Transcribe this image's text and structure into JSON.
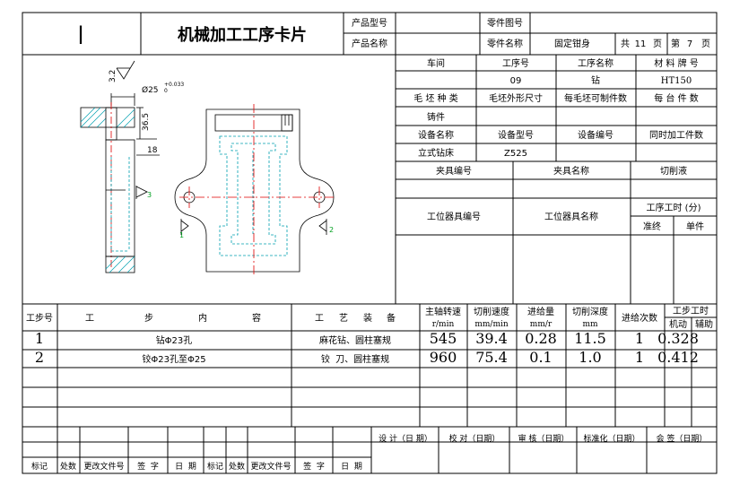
{
  "header": {
    "mark": "|",
    "title": "机械加工工序卡片",
    "product_model_label": "产品型号",
    "product_model_value": "",
    "part_drawing_label": "零件图号",
    "part_drawing_value": "",
    "product_name_label": "产品名称",
    "product_name_value": "",
    "part_name_label": "零件名称",
    "part_name_value": "固定钳身",
    "total_label": "共",
    "total_value": "11",
    "page_unit_1": "页",
    "page_label": "第",
    "page_value": "7",
    "page_unit_2": "页"
  },
  "info": {
    "workshop_label": "车间",
    "workshop_value": "",
    "process_no_label": "工序号",
    "process_no_value": "09",
    "process_name_label": "工序名称",
    "process_name_value": "钻",
    "material_label": "材 料 牌 号",
    "material_value": "HT150",
    "blank_type_label": "毛 坯 种 类",
    "blank_type_value": "铸件",
    "blank_size_label": "毛坯外形尺寸",
    "blank_size_value": "",
    "pieces_per_blank_label": "每毛坯可制件数",
    "pieces_per_blank_value": "",
    "pieces_per_unit_label": "每 台 件 数",
    "pieces_per_unit_value": "",
    "equipment_name_label": "设备名称",
    "equipment_name_value": "立式钻床",
    "equipment_model_label": "设备型号",
    "equipment_model_value": "Z525",
    "equipment_no_label": "设备编号",
    "equipment_no_value": "",
    "simultaneous_label": "同时加工件数",
    "simultaneous_value": "",
    "fixture_no_label": "夹具编号",
    "fixture_name_label": "夹具名称",
    "coolant_label": "切削液",
    "station_tool_no_label": "工位器具编号",
    "station_tool_name_label": "工位器具名称",
    "process_time_label": "工序工时 (分)",
    "prep_label": "准终",
    "unit_label": "单件"
  },
  "drawing": {
    "dim_roughness": "3.2",
    "dim_bore": "Ø25",
    "dim_bore_tol": "+0.033",
    "dim_bore_tol_low": "0",
    "dim_height": "36.5",
    "dim_depth": "18",
    "datum_3": "3",
    "datum_1": "1",
    "datum_2": "2"
  },
  "steps_header": {
    "step_no": "工步号",
    "content_chars": [
      "工",
      "步",
      "内",
      "容"
    ],
    "equipment_chars": [
      "工",
      "艺",
      "装",
      "备"
    ],
    "spindle_speed": "主轴转速",
    "spindle_speed_unit": "r/min",
    "cutting_speed": "切削速度",
    "cutting_speed_unit": "mm/min",
    "feed": "进给量",
    "feed_unit": "mm/r",
    "cut_depth": "切削深度",
    "cut_depth_unit": "mm",
    "passes": "进给次数",
    "step_time": "工步工时",
    "machine_time": "机动",
    "aux_time": "辅助"
  },
  "steps": [
    {
      "no": "1",
      "content": "钻Φ23孔",
      "equipment": "麻花钻、圆柱塞规",
      "speed": "545",
      "vc": "39.4",
      "feed": "0.28",
      "depth": "11.5",
      "passes": "1",
      "machine": "0.328",
      "aux": ""
    },
    {
      "no": "2",
      "content": "铰Φ23孔至Φ25",
      "equipment": "铰  刀、圆柱塞规",
      "speed": "960",
      "vc": "75.4",
      "feed": "0.1",
      "depth": "1.0",
      "passes": "1",
      "machine": "0.412",
      "aux": ""
    }
  ],
  "signoff": {
    "design": "设 计（日 期）",
    "proofread": "校 对（日期）",
    "review": "审 核（日期）",
    "standard": "标准化（日期）",
    "countersign": "会 签（日期）"
  },
  "revision_labels": [
    "标记",
    "处数",
    "更改文件号",
    "签  字",
    "日  期",
    "标记",
    "处数",
    "更改文件号",
    "签  字",
    "日  期"
  ]
}
